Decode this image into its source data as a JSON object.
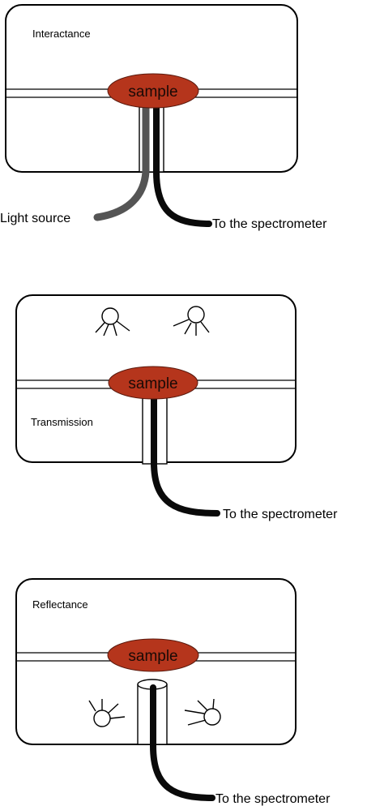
{
  "panels": [
    {
      "title": "Interactance",
      "sample_label": "sample"
    },
    {
      "title": "Transmission",
      "sample_label": "sample"
    },
    {
      "title": "Reflectance",
      "sample_label": "sample"
    }
  ],
  "annotations": {
    "light_source": "Light source",
    "spectrometer_1": "To the spectrometer",
    "spectrometer_2": "To  the spectrometer",
    "spectrometer_3": "To  the spectrometer"
  },
  "colors": {
    "sample_fill": "#b5351c",
    "fiber_dark": "#0a0a0a",
    "fiber_grey": "#555555"
  }
}
